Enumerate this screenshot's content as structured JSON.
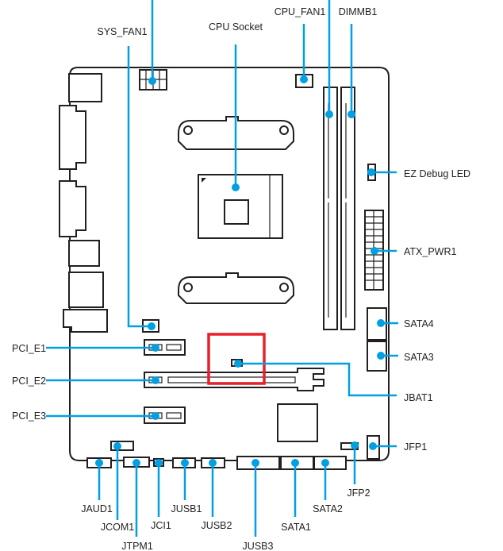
{
  "diagram": {
    "labels": {
      "sys_fan1": "SYS_FAN1",
      "cpu_socket": "CPU Socket",
      "cpu_fan1": "CPU_FAN1",
      "dimmb1": "DIMMB1",
      "ez_debug_led": "EZ Debug LED",
      "atx_pwr1": "ATX_PWR1",
      "sata4": "SATA4",
      "sata3": "SATA3",
      "jbat1": "JBAT1",
      "pci_e1": "PCI_E1",
      "pci_e2": "PCI_E2",
      "pci_e3": "PCI_E3",
      "jfp1": "JFP1",
      "jfp2": "JFP2",
      "jaud1": "JAUD1",
      "jcom1": "JCOM1",
      "jtpm1": "JTPM1",
      "jci1": "JCI1",
      "jusb1": "JUSB1",
      "jusb2": "JUSB2",
      "jusb3": "JUSB3",
      "sata1": "SATA1",
      "sata2": "SATA2"
    },
    "highlight": {
      "target": "JBAT1",
      "color": "#e8202a"
    },
    "leader_color": "#00a0e3"
  }
}
